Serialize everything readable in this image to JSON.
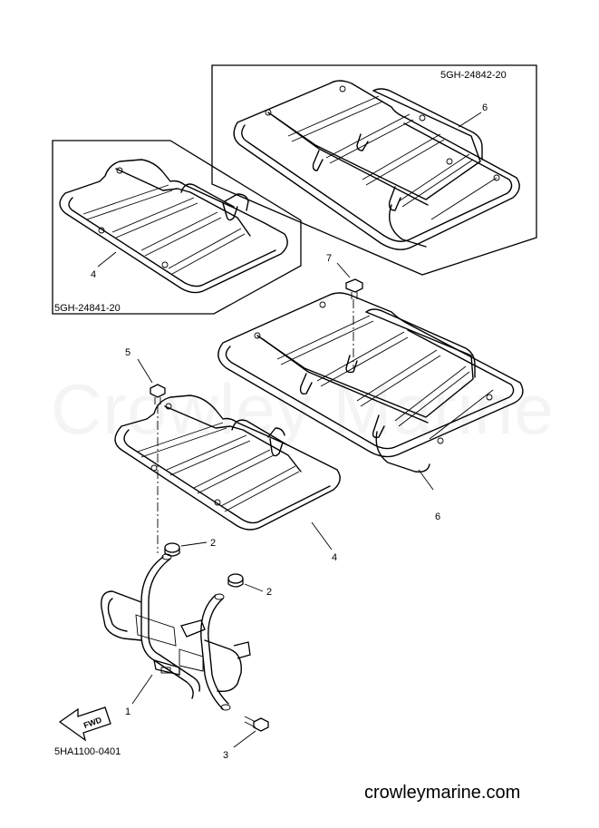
{
  "diagram": {
    "watermark": "Crowley Marine",
    "website": "crowleymarine.com",
    "figure_code": "5HA1100-0401",
    "fwd_label": "FWD",
    "inset_rear": {
      "part_number": "5GH-24842-20",
      "callout": "6"
    },
    "inset_front": {
      "part_number": "5GH-24841-20",
      "callout": "4"
    },
    "callouts": [
      {
        "id": "bumper",
        "label": "1"
      },
      {
        "id": "cap-upper",
        "label": "2"
      },
      {
        "id": "cap-lower",
        "label": "2"
      },
      {
        "id": "bolt-bumper",
        "label": "3"
      },
      {
        "id": "front-carrier",
        "label": "4"
      },
      {
        "id": "bolt-front",
        "label": "5"
      },
      {
        "id": "rear-carrier",
        "label": "6"
      },
      {
        "id": "bolt-rear",
        "label": "7"
      }
    ]
  }
}
